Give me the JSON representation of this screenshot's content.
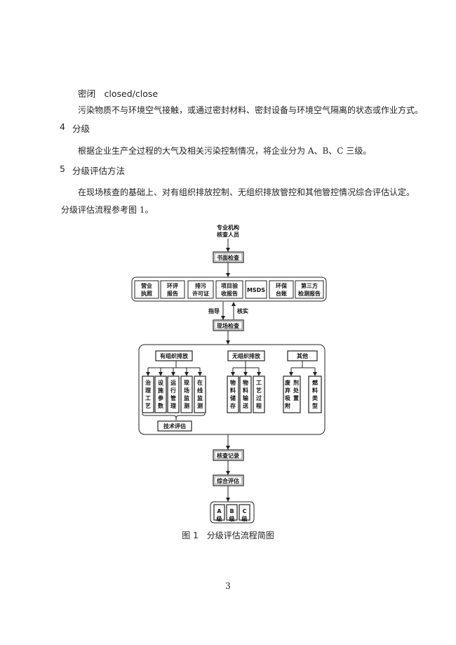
{
  "sections": {
    "closed_term": "密闭　closed/close",
    "closed_def": "污染物质不与环境空气接触，或通过密封材料、密封设备与环境空气隔离的状态或作业方式。",
    "s4_num": "4",
    "s4_title": "分级",
    "s4_body": "根据企业生产全过程的大气及相关污染控制情况，将企业分为 A、B、C 三级。",
    "s5_num": "5",
    "s5_title": "分级评估方法",
    "s5_body1": "在现场核查的基础上、对有组织排放控制、无组织排放管控和其他管控情况综合评估认定。",
    "s5_body2": "分级评估流程参考图 1。"
  },
  "flowchart": {
    "top_node": [
      "专业机构",
      "核查人员"
    ],
    "written_check": "书面检查",
    "documents": [
      [
        "营业",
        "执照"
      ],
      [
        "环评",
        "报告"
      ],
      [
        "排污",
        "许可证"
      ],
      [
        "项目验",
        "收报告"
      ],
      [
        "MSDS"
      ],
      [
        "环保",
        "台账"
      ],
      [
        "第三方",
        "检测报告"
      ]
    ],
    "guide_label": "指导",
    "verify_label": "核实",
    "site_check": "现场检查",
    "organized": "有组织排放",
    "unorganized": "无组织排放",
    "other": "其他",
    "organized_items": [
      "治理工艺",
      "设施参数",
      "运行管理",
      "现场监测",
      "在线监测"
    ],
    "unorganized_items": [
      "物料储存",
      "物料输送",
      "工艺过程"
    ],
    "other_items": [
      "废弃吸附剂处置",
      "燃料类型"
    ],
    "tech_eval": "技术评估",
    "check_record": "核查记录",
    "overall_eval": "综合评估",
    "grades": [
      "A级",
      "B级",
      "C级"
    ]
  },
  "figure_caption": "图 1　分级评估流程简图",
  "page_number": "3"
}
